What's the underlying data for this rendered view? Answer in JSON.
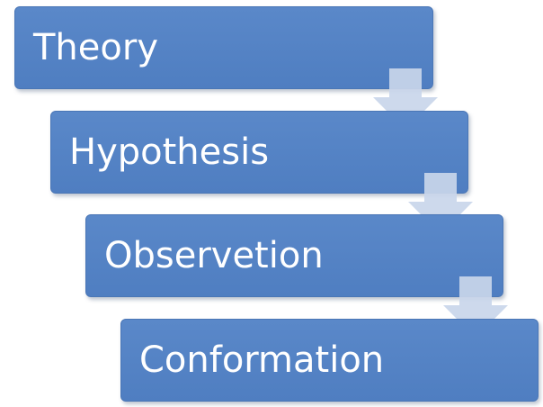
{
  "diagram": {
    "steps": [
      {
        "label": "Theory"
      },
      {
        "label": "Hypothesis"
      },
      {
        "label": "Observetion"
      },
      {
        "label": "Conformation"
      }
    ],
    "colors": {
      "box_fill": "#5183c5",
      "box_border": "#4a76b6",
      "text": "#ffffff",
      "arrow_fill": "#c9d6ea",
      "background": "#ffffff"
    }
  }
}
